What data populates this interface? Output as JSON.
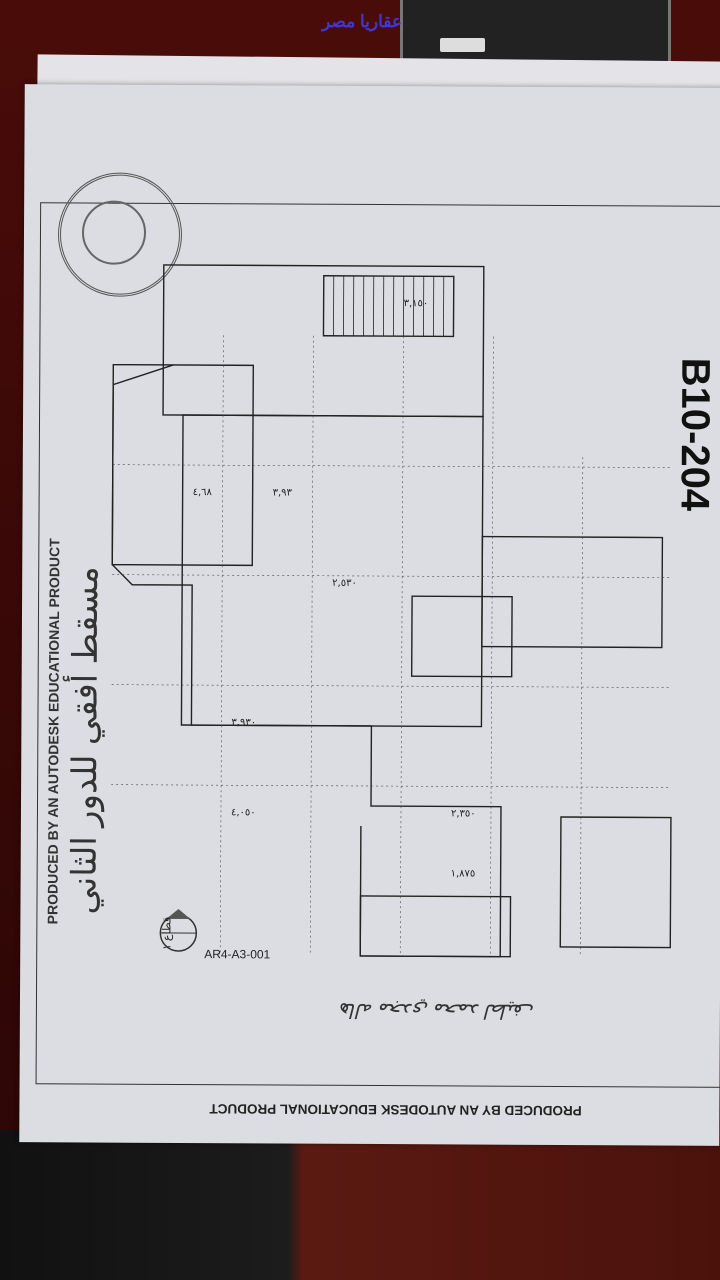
{
  "logo": {
    "text": "عقاريا مصر"
  },
  "drawing": {
    "code": "B10-204",
    "title": "مسقط أفقي للدور الثاني",
    "sheet_ref": "AR4-A3-001",
    "section_label": "قطاع ١",
    "watermark": "PRODUCED BY AN AUTODESK EDUCATIONAL PRODUCT",
    "signature": "هاله مجدي محمد لطيف",
    "dimensions": [
      "٣,٩٣٠",
      "٤,٠٥٠",
      "٢,٣٥٠",
      "٣,١٥٠",
      "١,٨٧٥",
      "٢,٥٣٠",
      "٣,٩٣",
      "٤,٦٨"
    ]
  }
}
